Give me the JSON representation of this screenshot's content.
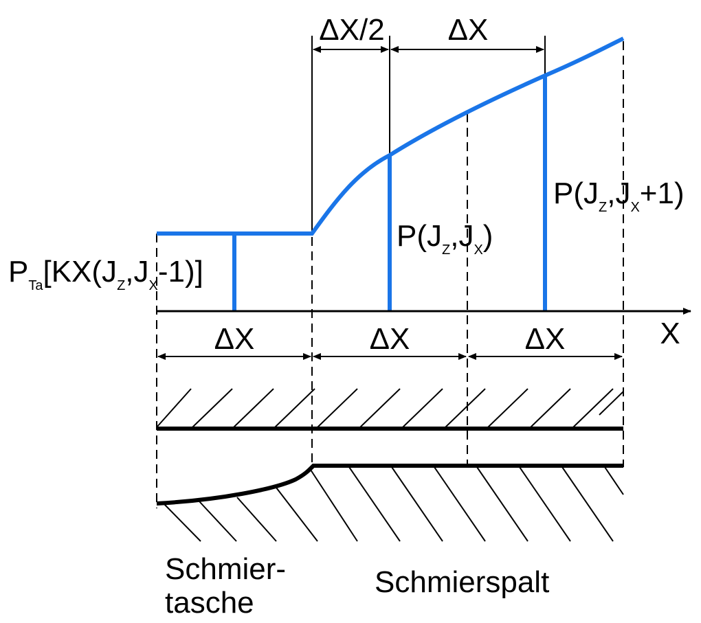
{
  "colors": {
    "curve": "#1a75e8",
    "ink": "#000000",
    "background": "#ffffff"
  },
  "labels": {
    "dim_half_dx": "ΔX/2",
    "dim_dx_top": "ΔX",
    "axis_x": "X",
    "dim_dx_bottom_1": "ΔX",
    "dim_dx_bottom_2": "ΔX",
    "dim_dx_bottom_3": "ΔX",
    "p_ta": {
      "base": "P",
      "sub": "Ta",
      "rest1": "[KX(J",
      "sub_z": "Z",
      "comma": ",J",
      "sub_x": "X",
      "rest2": "-1)]"
    },
    "p_jz_jx": {
      "base": "P(J",
      "sub_z": "Z",
      "comma": ",J",
      "sub_x": "X",
      "rest": ")"
    },
    "p_jz_jx1": {
      "base": "P(J",
      "sub_z": "Z",
      "comma": ",J",
      "sub_x": "X",
      "rest": "+1)"
    },
    "pocket_line1": "Schmier-",
    "pocket_line2": "tasche",
    "gap": "Schmierspalt"
  }
}
